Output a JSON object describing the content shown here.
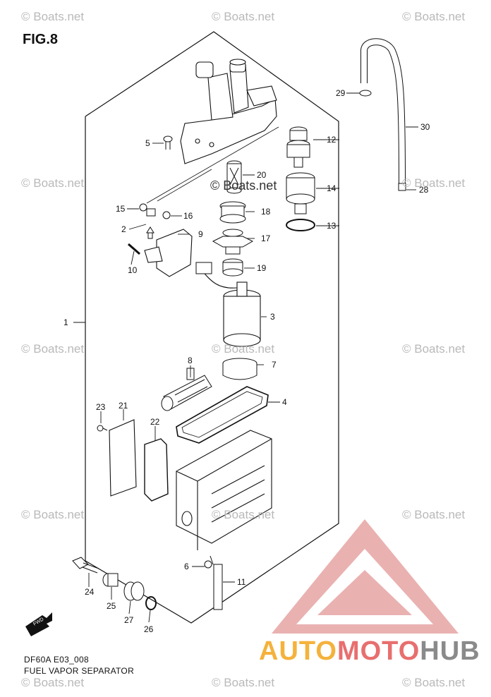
{
  "figure": {
    "title": "FIG.8"
  },
  "footer": {
    "code": "DF60A E03_008",
    "caption": "FUEL VAPOR SEPARATOR"
  },
  "watermark_text": "© Boats.net",
  "center_watermark": "© Boats.net",
  "brand": {
    "part1": "AUTO",
    "part2": "MOTO",
    "part3": "HUB"
  },
  "colors": {
    "brand_orange": "#f4b23c",
    "brand_red": "#e86f6f",
    "brand_gray": "#8a8a8a",
    "logo_triangle": "#e6a3a3"
  },
  "parts": {
    "p1": "1",
    "p2": "2",
    "p3": "3",
    "p4": "4",
    "p5": "5",
    "p6": "6",
    "p7": "7",
    "p8": "8",
    "p9": "9",
    "p10": "10",
    "p11": "11",
    "p12": "12",
    "p13": "13",
    "p14": "14",
    "p15": "15",
    "p16": "16",
    "p17": "17",
    "p18": "18",
    "p19": "19",
    "p20": "20",
    "p21": "21",
    "p22": "22",
    "p23": "23",
    "p24": "24",
    "p25": "25",
    "p26": "26",
    "p27": "27",
    "p28": "28",
    "p29": "29",
    "p30": "30"
  },
  "fwd_arrow": "FWD"
}
